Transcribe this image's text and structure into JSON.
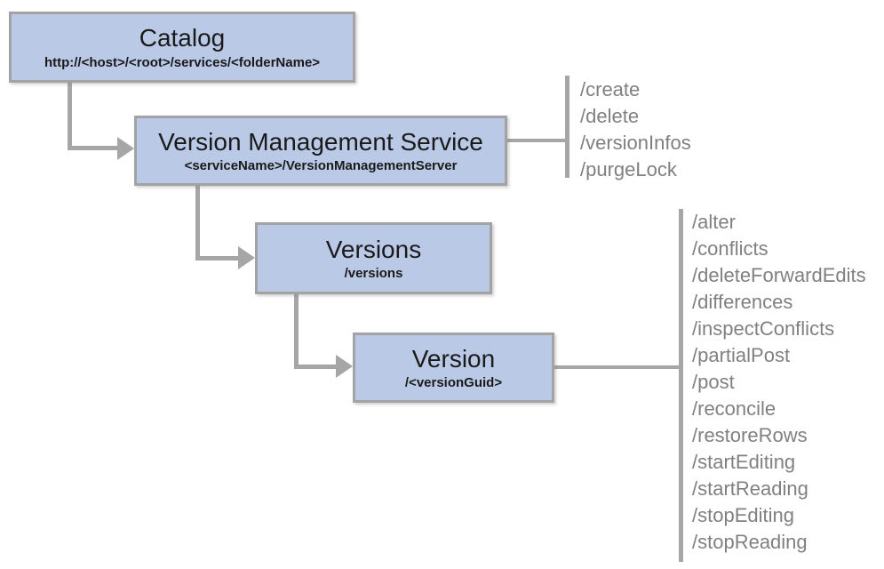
{
  "nodes": {
    "catalog": {
      "title": "Catalog",
      "subtitle": "http://<host>/<root>/services/<folderName>"
    },
    "vms": {
      "title": "Version Management Service",
      "subtitle": "<serviceName>/VersionManagementServer"
    },
    "versions": {
      "title": "Versions",
      "subtitle": "/versions"
    },
    "version": {
      "title": "Version",
      "subtitle": "/<versionGuid>"
    }
  },
  "operations": {
    "vms": [
      "/create",
      "/delete",
      "/versionInfos",
      "/purgeLock"
    ],
    "version": [
      "/alter",
      "/conflicts",
      "/deleteForwardEdits",
      "/differences",
      "/inspectConflicts",
      "/partialPost",
      "/post",
      "/reconcile",
      "/restoreRows",
      "/startEditing",
      "/startReading",
      "/stopEditing",
      "/stopReading"
    ]
  },
  "colors": {
    "node_fill": "#b9c9e6",
    "node_border": "#a3a3a3",
    "connector": "#a6a6a6",
    "title_text": "#1a1a1a",
    "operation_text": "#808080"
  }
}
